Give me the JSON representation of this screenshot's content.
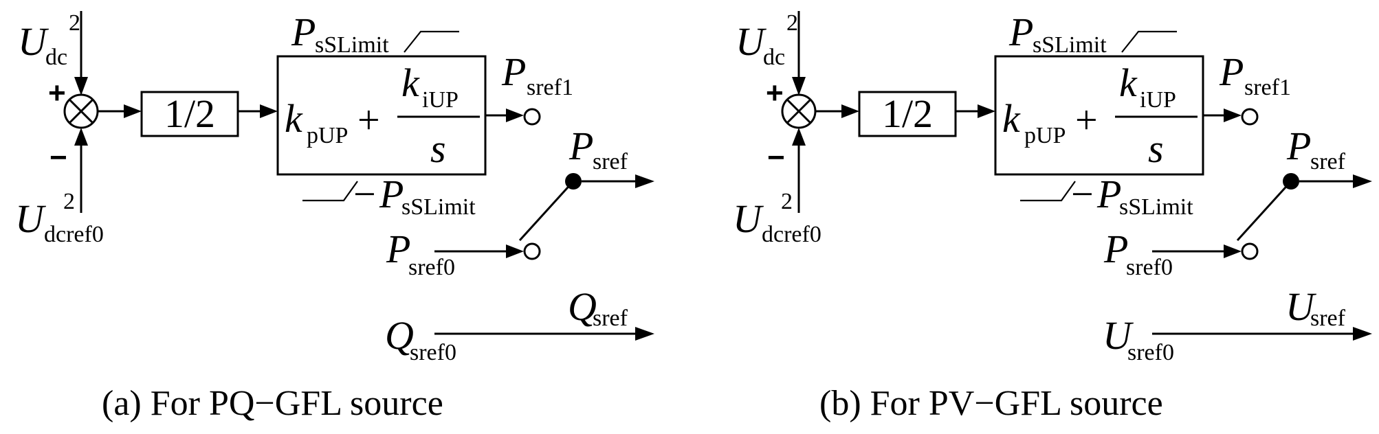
{
  "panels": [
    {
      "id": "a",
      "caption": "(a) For PQ−GFL source",
      "in_top": {
        "base": "U",
        "sub": "dc",
        "sup": "2"
      },
      "in_bottom": {
        "base": "U",
        "sub": "dcref0",
        "sup": "2"
      },
      "plus_sign": "+",
      "minus_sign": "−",
      "gain_label": "1/2",
      "pi_kp": {
        "base": "k",
        "sub": "pUP"
      },
      "pi_plus": "+",
      "pi_ki": {
        "base": "k",
        "sub": "iUP"
      },
      "pi_s": "s",
      "limit_upper": {
        "base": "P",
        "sub": "sSLimit"
      },
      "limit_lower_sign": "−",
      "limit_lower": {
        "base": "P",
        "sub": "sSLimit"
      },
      "out_pi": {
        "base": "P",
        "sub": "sref1"
      },
      "out_switch": {
        "base": "P",
        "sub": "sref"
      },
      "in_switch": {
        "base": "P",
        "sub": "sref0"
      },
      "out_bottom": {
        "base": "Q",
        "sub": "sref"
      },
      "in_bottom_line": {
        "base": "Q",
        "sub": "sref0"
      }
    },
    {
      "id": "b",
      "caption": "(b) For PV−GFL source",
      "in_top": {
        "base": "U",
        "sub": "dc",
        "sup": "2"
      },
      "in_bottom": {
        "base": "U",
        "sub": "dcref0",
        "sup": "2"
      },
      "plus_sign": "+",
      "minus_sign": "−",
      "gain_label": "1/2",
      "pi_kp": {
        "base": "k",
        "sub": "pUP"
      },
      "pi_plus": "+",
      "pi_ki": {
        "base": "k",
        "sub": "iUP"
      },
      "pi_s": "s",
      "limit_upper": {
        "base": "P",
        "sub": "sSLimit"
      },
      "limit_lower_sign": "−",
      "limit_lower": {
        "base": "P",
        "sub": "sSLimit"
      },
      "out_pi": {
        "base": "P",
        "sub": "sref1"
      },
      "out_switch": {
        "base": "P",
        "sub": "sref"
      },
      "in_switch": {
        "base": "P",
        "sub": "sref0"
      },
      "out_bottom": {
        "base": "U",
        "sub": "sref"
      },
      "in_bottom_line": {
        "base": "U",
        "sub": "sref0"
      }
    }
  ]
}
